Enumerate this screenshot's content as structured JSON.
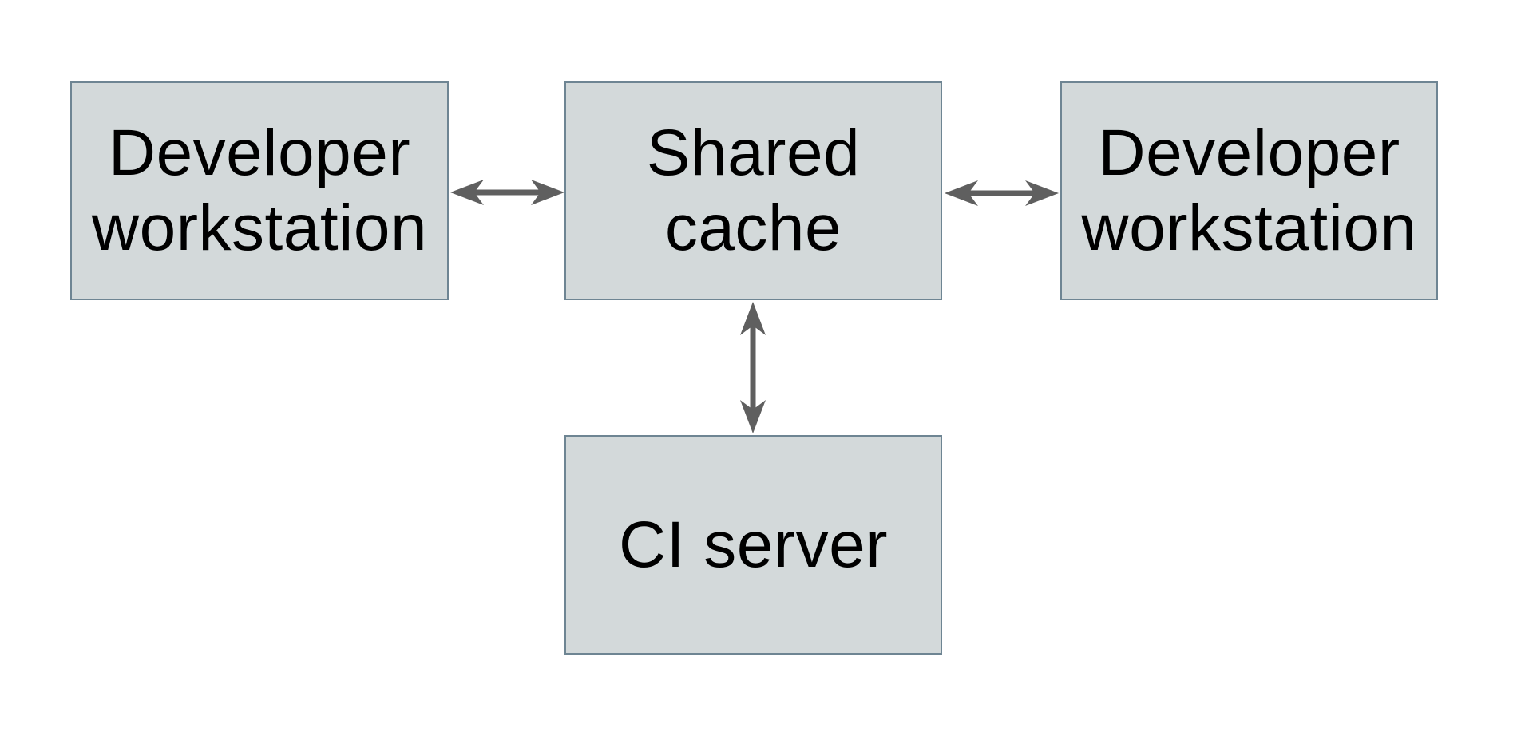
{
  "diagram": {
    "nodes": [
      {
        "id": "developer-workstation-left",
        "lines": [
          "Developer",
          "workstation"
        ]
      },
      {
        "id": "shared-cache",
        "lines": [
          "Shared",
          "cache"
        ]
      },
      {
        "id": "developer-workstation-right",
        "lines": [
          "Developer",
          "workstation"
        ]
      },
      {
        "id": "ci-server",
        "lines": [
          "CI server"
        ]
      }
    ],
    "edges": [
      {
        "from": "developer-workstation-left",
        "to": "shared-cache",
        "style": "double-arrow"
      },
      {
        "from": "developer-workstation-right",
        "to": "shared-cache",
        "style": "double-arrow"
      },
      {
        "from": "ci-server",
        "to": "shared-cache",
        "style": "double-arrow"
      }
    ]
  },
  "theme": {
    "background": "#ffffff",
    "node_fill": "#d3d9da",
    "node_border": "#6e8593",
    "text_color": "#000000",
    "arrow_color": "#5f5f5f"
  }
}
